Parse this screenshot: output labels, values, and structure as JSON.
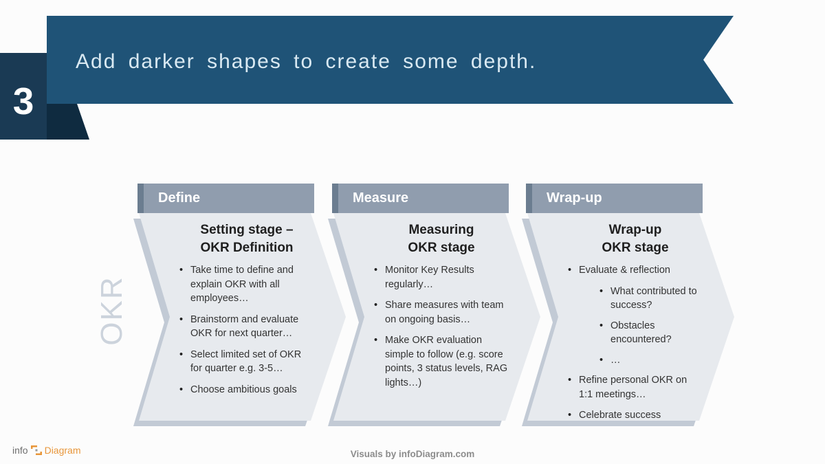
{
  "slide_number": "3",
  "title_banner": {
    "text": "Add darker shapes to create some depth."
  },
  "side_label": "OKR",
  "stages": [
    {
      "header": "Define",
      "title_lines": [
        "Setting stage –",
        "OKR Definition"
      ],
      "bullets": [
        {
          "level": 1,
          "text": "Take time to define and explain OKR with all employees…"
        },
        {
          "level": 1,
          "text": "Brainstorm and evaluate OKR for next quarter…"
        },
        {
          "level": 1,
          "text": "Select limited set of OKR for quarter e.g. 3-5…"
        },
        {
          "level": 1,
          "text": "Choose ambitious goals"
        }
      ]
    },
    {
      "header": "Measure",
      "title_lines": [
        "Measuring",
        "OKR stage"
      ],
      "bullets": [
        {
          "level": 1,
          "text": "Monitor Key Results regularly…"
        },
        {
          "level": 1,
          "text": "Share measures with team on ongoing basis…"
        },
        {
          "level": 1,
          "text": "Make OKR evaluation simple to follow (e.g. score points, 3 status levels, RAG lights…)"
        }
      ]
    },
    {
      "header": "Wrap-up",
      "title_lines": [
        "Wrap-up",
        "OKR stage"
      ],
      "bullets": [
        {
          "level": 1,
          "text": "Evaluate & reflection"
        },
        {
          "level": 2,
          "text": "What contributed to success?"
        },
        {
          "level": 2,
          "text": "Obstacles encountered?"
        },
        {
          "level": 2,
          "text": "…"
        },
        {
          "level": 1,
          "text": "Refine personal OKR on 1:1 meetings…"
        },
        {
          "level": 1,
          "text": "Celebrate success"
        }
      ]
    }
  ],
  "footer": {
    "logo_prefix": "info",
    "logo_suffix": "Diagram",
    "credit": "Visuals by infoDiagram.com"
  },
  "colors": {
    "ribbon": "#1f5377",
    "ribbon_text": "#d9e9f2",
    "number_box": "#1a3a54",
    "number_fold": "#0f2b40",
    "stage_header_bar": "#909dae",
    "stage_header_stripe": "#6b7d90",
    "chevron_body": "#e7eaee",
    "chevron_shadow": "#c2cad5",
    "side_label": "#ccd3dc",
    "logo_orange": "#e8963a",
    "credit_gray": "#8c8c8c"
  }
}
